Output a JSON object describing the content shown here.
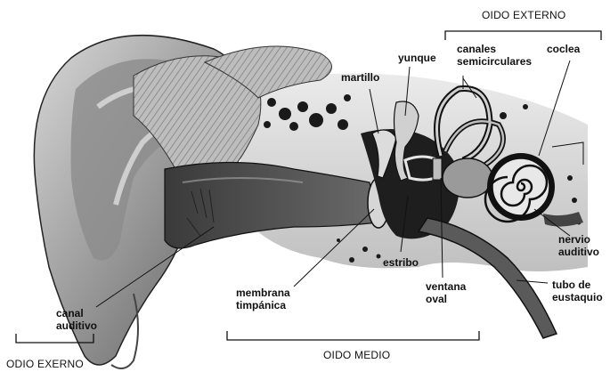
{
  "sections": {
    "outer_top": "OIDO EXTERNO",
    "middle": "OIDO MEDIO",
    "outer_bottom": "ODIO EXERNO"
  },
  "labels": {
    "canales": [
      "canales",
      "semicirculares"
    ],
    "coclea": "coclea",
    "yunque": "yunque",
    "martillo": "martillo",
    "estribo": "estribo",
    "membrana": [
      "membrana",
      "timpánica"
    ],
    "ventana": [
      "ventana",
      "oval"
    ],
    "nervio": [
      "nervio",
      "auditivo"
    ],
    "tubo": [
      "tubo de",
      "eustaquio"
    ],
    "canal": [
      "canal",
      "auditivo"
    ]
  },
  "colors": {
    "ink": "#111111",
    "dark_tissue": "#2b2b2b",
    "mid_tissue": "#7a7a7a",
    "light_tissue": "#c9c9c9",
    "skin": "#a8a8a8",
    "bone_dots": "#1a1a1a"
  }
}
